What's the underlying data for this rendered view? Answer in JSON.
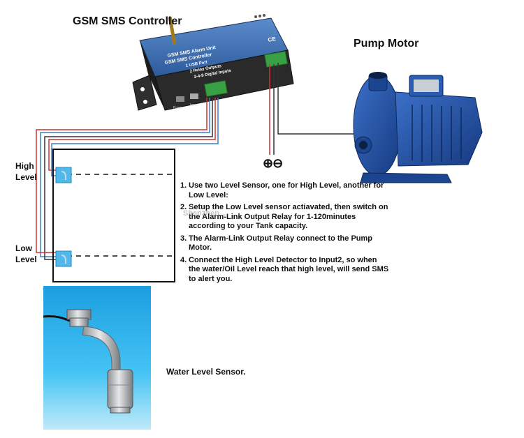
{
  "labels": {
    "controller_title": "GSM SMS Controller",
    "pump_title": "Pump Motor",
    "high_level": [
      "High",
      "Level"
    ],
    "low_level": [
      "Low",
      "Level"
    ],
    "sensor_caption": "Water Level Sensor.",
    "polarity": "⊕⊖"
  },
  "device": {
    "line1": "GSM SMS Alarm Unit",
    "line2": "GSM SMS Controller",
    "line3": "1 USB Port",
    "line4": "2 Relay Outputs",
    "line5": "2-4-8 Digital Inputs",
    "power_label": "Power",
    "input_label": "Input",
    "ce_mark": "CE"
  },
  "instructions": [
    {
      "num": "1.",
      "text": "Use two Level Sensor, one for High Level, another for Low Level:"
    },
    {
      "num": "2.",
      "text": "Setup the Low Level sensor actiavated, then switch on the Alarm-Link Output Relay for 1-120minutes according to your Tank capacity."
    },
    {
      "num": "3.",
      "text": "The Alarm-Link Output Relay connect to the Pump Motor."
    },
    {
      "num": "4.",
      "text": "Connect the High Level Detector to Input2, so when the water/Oil Level reach that high level, will send SMS to alert you."
    }
  ],
  "watermark": "Shenzhen ...",
  "colors": {
    "wire_red": "#d23030",
    "wire_dark": "#333333",
    "wire_blue": "#3a7fc4",
    "terminal_green": "#39a045",
    "pump_blue": "#1f4fa0",
    "sensor_bg": "#1fa8e8",
    "device_body": "#2a2a2a",
    "device_label": "#3c6fb0"
  }
}
